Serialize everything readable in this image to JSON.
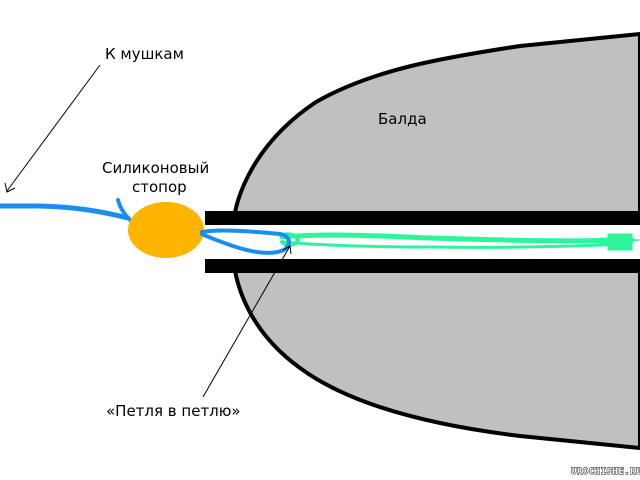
{
  "labels": {
    "to_flies": "К мушкам",
    "stopper_line1": "Силиконовый",
    "stopper_line2": "стопор",
    "body": "Балда",
    "loop": "«Петля в петлю»"
  },
  "watermark": "UROCHISHE.RU",
  "colors": {
    "body_fill": "#c0c0c0",
    "outline": "#000000",
    "stopper": "#ffb400",
    "blue_line": "#1a8ef0",
    "green_line": "#2ef59a",
    "background": "#ffffff"
  }
}
